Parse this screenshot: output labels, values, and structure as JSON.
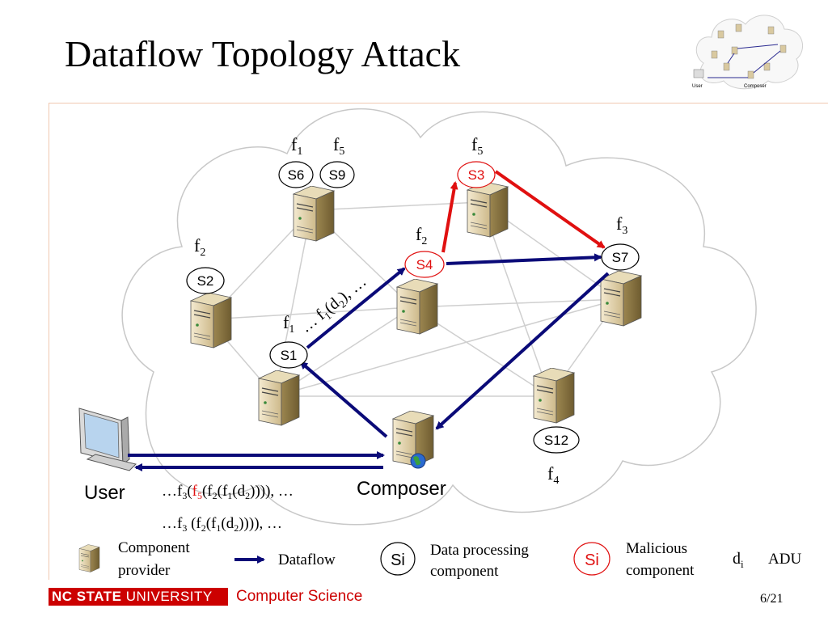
{
  "slide": {
    "title": "Dataflow Topology Attack",
    "page": "6/21"
  },
  "footer": {
    "university_bold": "NC STATE",
    "university_light": " UNIVERSITY",
    "department": "Computer Science"
  },
  "colors": {
    "dataflow": "#0a0a78",
    "malicious": "#e01010",
    "brand": "#cc0000"
  },
  "nodes": {
    "s6": "S6",
    "s9": "S9",
    "s3": "S3",
    "s2": "S2",
    "s4": "S4",
    "s7": "S7",
    "s1": "S1",
    "s12": "S12"
  },
  "user_label": "User",
  "composer_label": "Composer",
  "legend": {
    "provider_1": "Component",
    "provider_2": "provider",
    "dataflow": "Dataflow",
    "si": "Si",
    "processing_1": "Data processing",
    "processing_2": "component",
    "malicious_1": "Malicious",
    "malicious_2": "component",
    "adu": "ADU"
  },
  "thumbnail_labels": {
    "user": "User",
    "composer": "Composer"
  }
}
